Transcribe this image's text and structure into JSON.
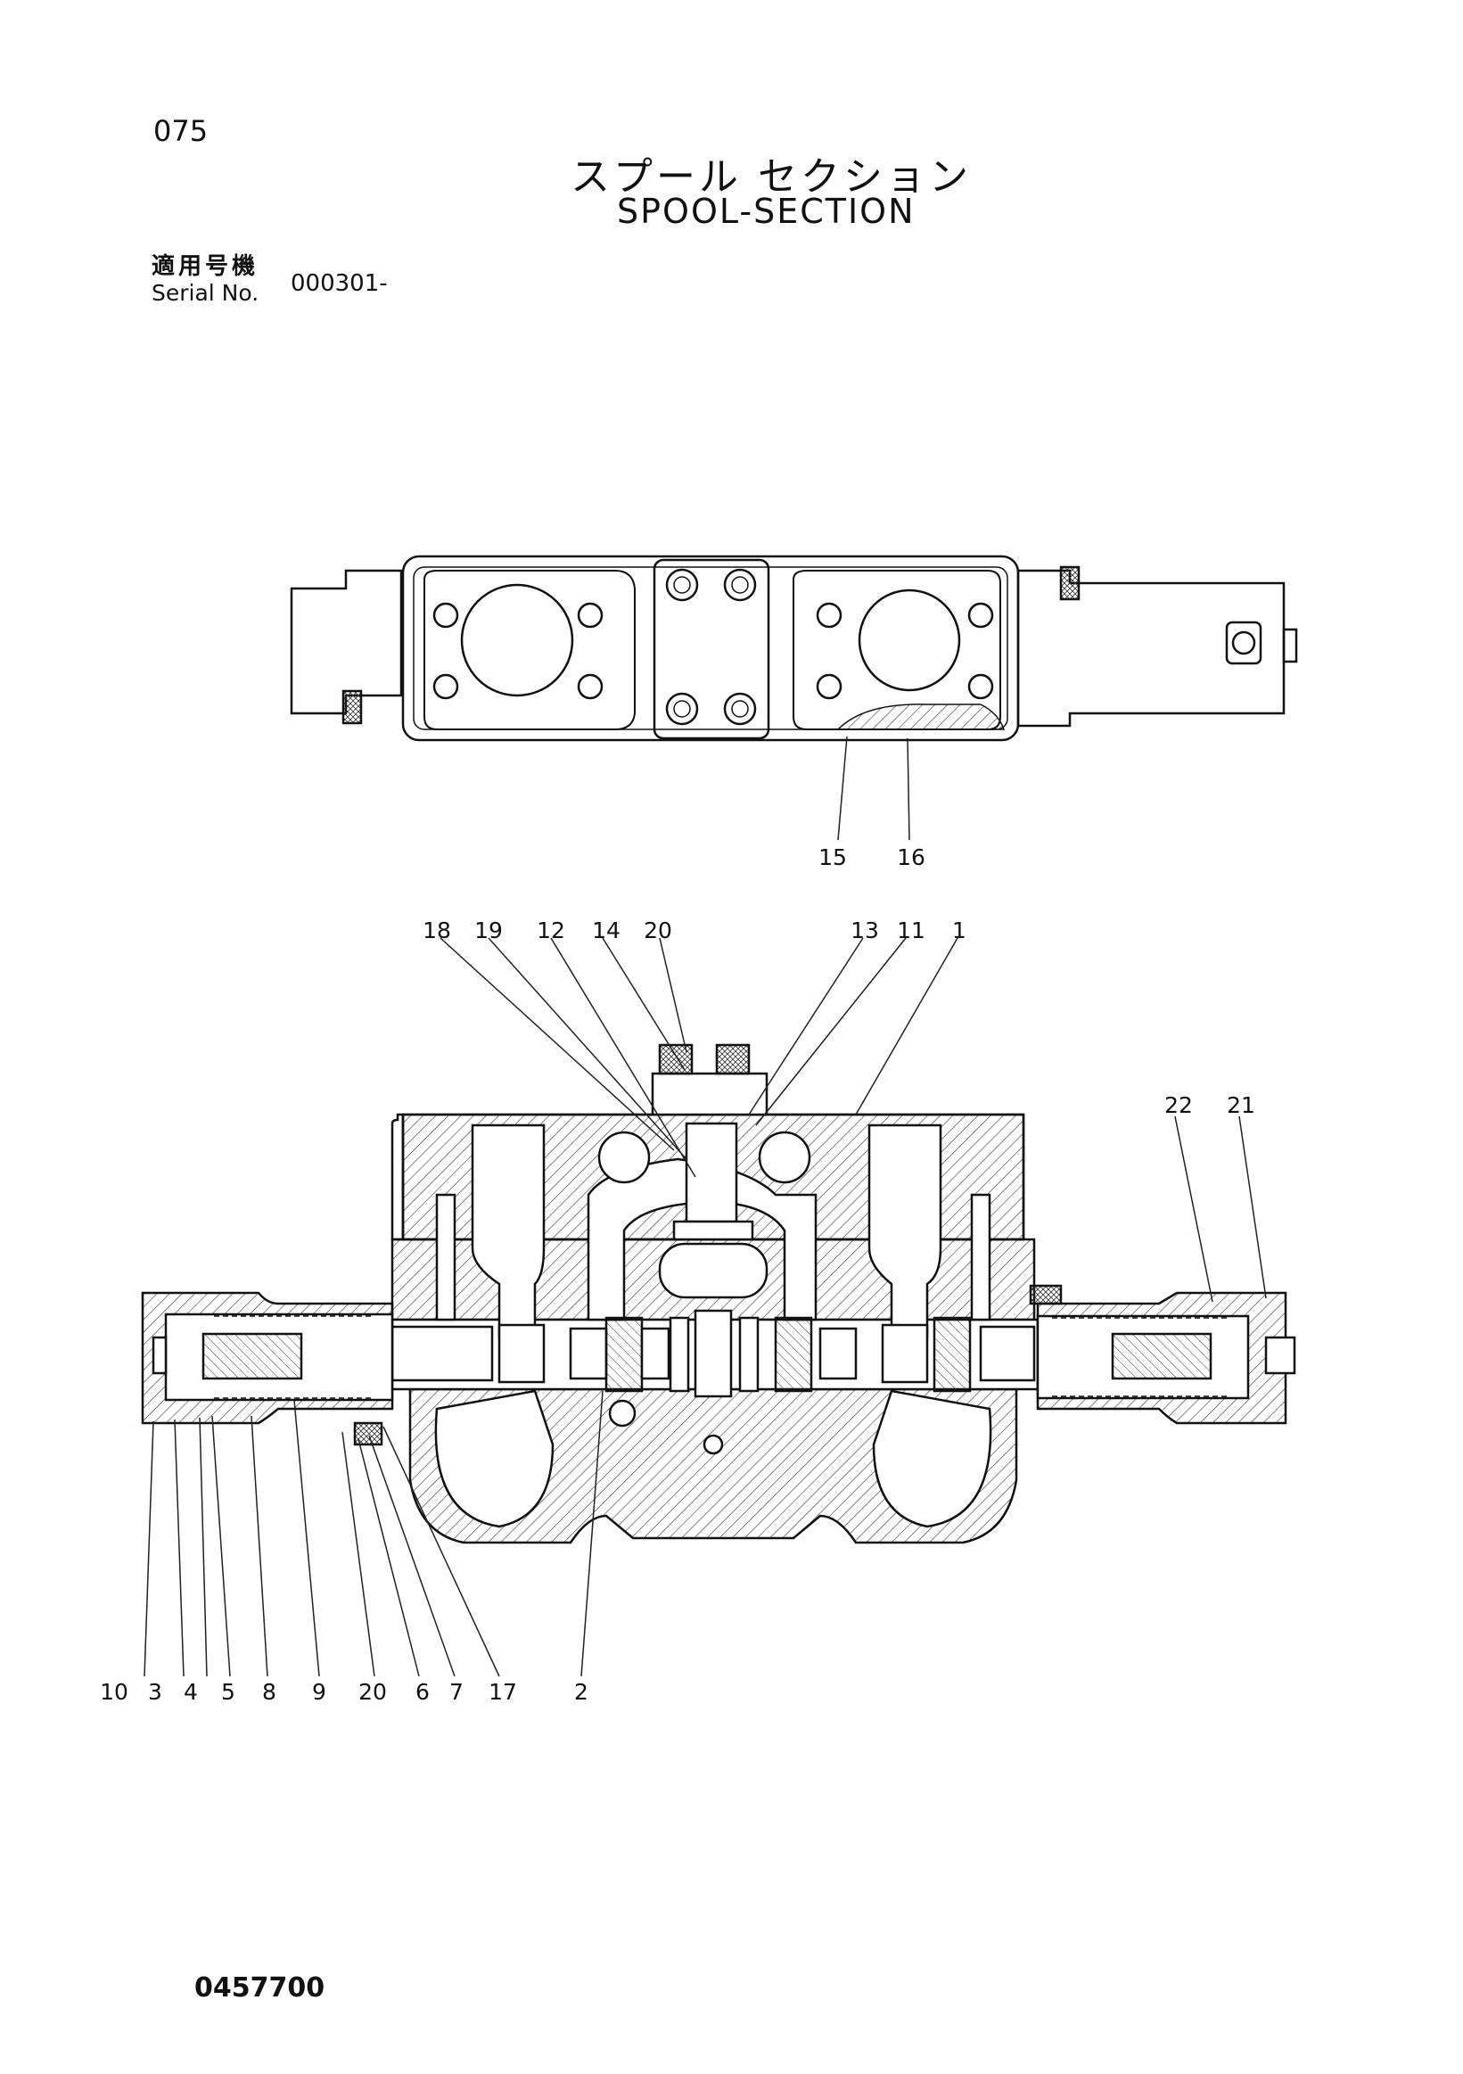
{
  "page": {
    "page_number": "075",
    "title_ja": "スプール セクション",
    "title_en": "SPOOL-SECTION",
    "serial_label_ja": "適用号機",
    "serial_label_en": "Serial No.",
    "serial_value": "000301-",
    "doc_number": "0457700"
  },
  "callouts": [
    "15",
    "16",
    "18",
    "19",
    "12",
    "14",
    "20",
    "13",
    "11",
    "1",
    "22",
    "21",
    "10",
    "3",
    "4",
    "5",
    "8",
    "9",
    "20",
    "6",
    "7",
    "17",
    "2"
  ]
}
